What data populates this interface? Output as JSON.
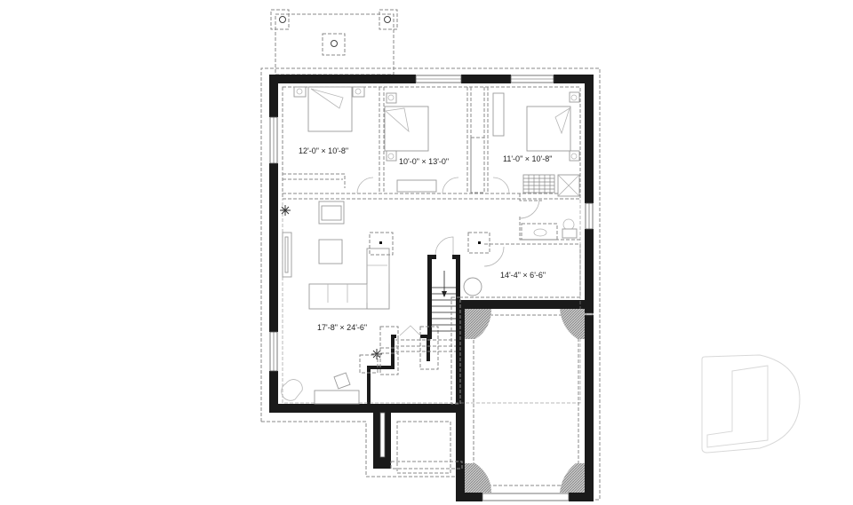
{
  "plan": {
    "type": "basement floor plan",
    "rooms": [
      {
        "id": "bedroom-1",
        "label": "12'-0\" × 10'-8\""
      },
      {
        "id": "bedroom-2",
        "label": "10'-0\" × 13'-0\""
      },
      {
        "id": "bedroom-3",
        "label": "11'-0\" × 10'-8\""
      },
      {
        "id": "family-room",
        "label": "17'-8\" × 24'-6\""
      },
      {
        "id": "laundry-bath",
        "label": "14'-4\" × 6'-6\""
      },
      {
        "id": "garage",
        "label": ""
      }
    ],
    "watermark": "D"
  }
}
